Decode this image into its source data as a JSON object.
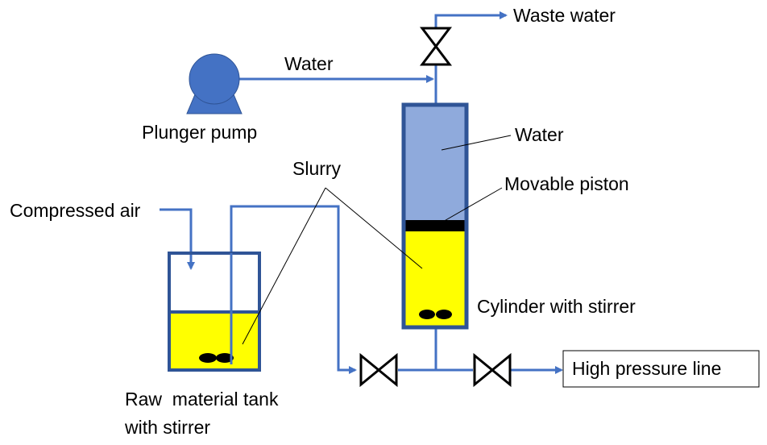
{
  "labels": {
    "waste_water": "Waste water",
    "water_inlet": "Water",
    "plunger_pump": "Plunger pump",
    "water_in_cylinder": "Water",
    "slurry": "Slurry",
    "movable_piston": "Movable piston",
    "compressed_air": "Compressed air",
    "cylinder_with_stirrer": "Cylinder with stirrer",
    "raw_tank_line1": "Raw  material tank",
    "raw_tank_line2": "with stirrer",
    "high_pressure_line": "High pressure line"
  },
  "colors": {
    "pipe": "#4472C4",
    "vessel_border": "#2F5496",
    "water_fill": "#8FAADC",
    "slurry_fill": "#FFFF00",
    "pump": "#4472C4",
    "piston": "#000000"
  }
}
